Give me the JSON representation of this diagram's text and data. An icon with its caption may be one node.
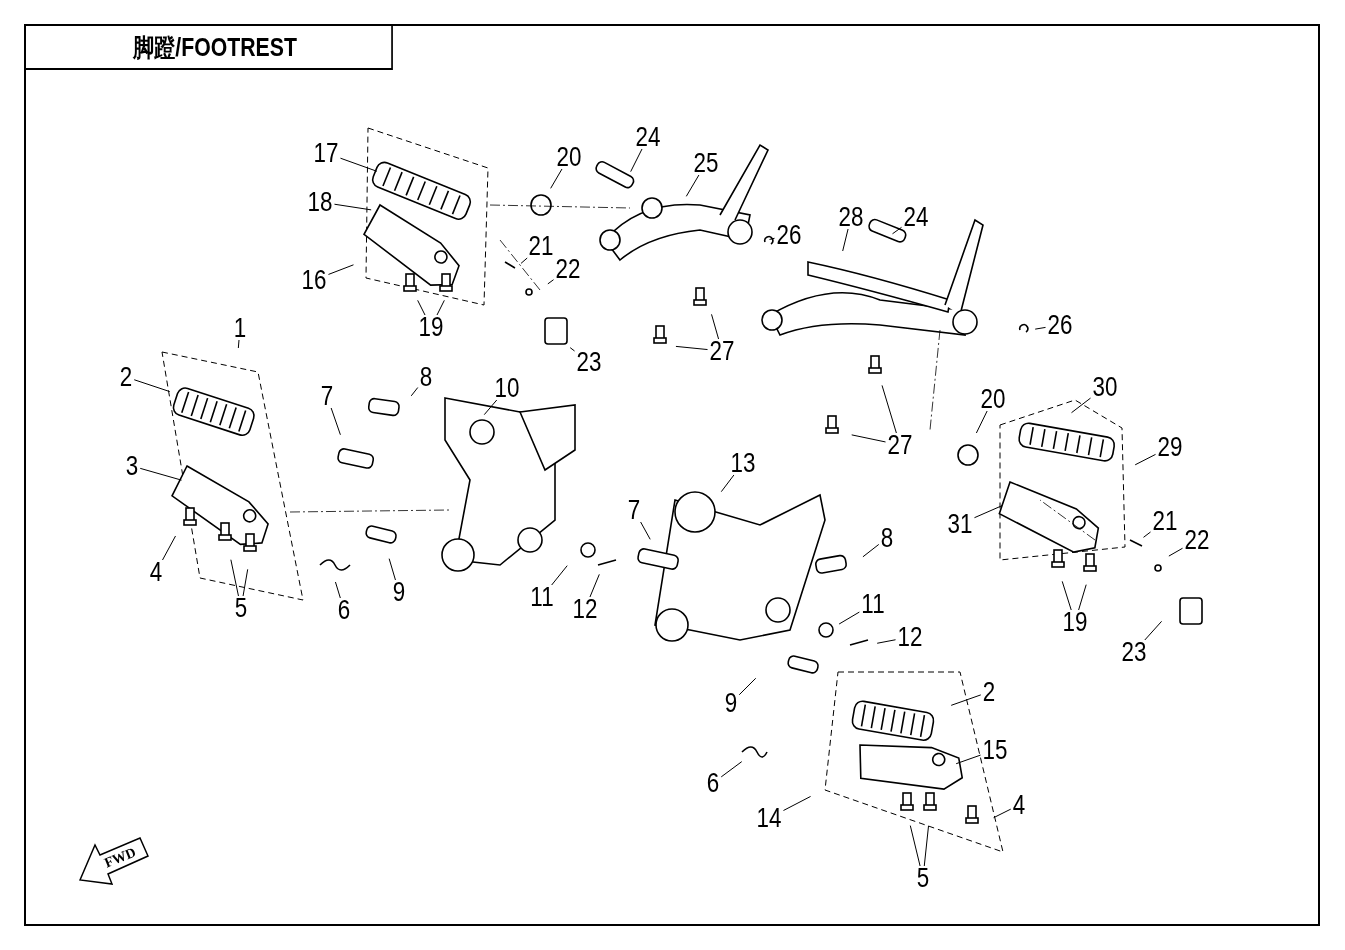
{
  "diagram": {
    "title": "脚蹬/FOOTREST",
    "nodes": [
      {
        "text": [
          "17"
        ]
      },
      {
        "text": [
          "20"
        ]
      },
      {
        "text": [
          "24"
        ]
      },
      {
        "text": [
          "25"
        ]
      },
      {
        "text": [
          "18"
        ]
      },
      {
        "text": [
          "24"
        ]
      },
      {
        "text": [
          "28"
        ]
      },
      {
        "text": [
          "26"
        ]
      },
      {
        "text": [
          "21"
        ]
      },
      {
        "text": [
          "22"
        ]
      },
      {
        "text": [
          "16"
        ]
      },
      {
        "text": [
          "19"
        ]
      },
      {
        "text": [
          "26"
        ]
      },
      {
        "text": [
          "27"
        ]
      },
      {
        "text": [
          "23"
        ]
      },
      {
        "text": [
          "1"
        ]
      },
      {
        "text": [
          "2"
        ]
      },
      {
        "text": [
          "8"
        ]
      },
      {
        "text": [
          "10"
        ]
      },
      {
        "text": [
          "7"
        ]
      },
      {
        "text": [
          "30"
        ]
      },
      {
        "text": [
          "20"
        ]
      },
      {
        "text": [
          "27"
        ]
      },
      {
        "text": [
          "29"
        ]
      },
      {
        "text": [
          "3"
        ]
      },
      {
        "text": [
          "13"
        ]
      },
      {
        "text": [
          "31"
        ]
      },
      {
        "text": [
          "7"
        ]
      },
      {
        "text": [
          "8"
        ]
      },
      {
        "text": [
          "21"
        ]
      },
      {
        "text": [
          "22"
        ]
      },
      {
        "text": [
          "4"
        ]
      },
      {
        "text": [
          "5"
        ]
      },
      {
        "text": [
          "9"
        ]
      },
      {
        "text": [
          "6"
        ]
      },
      {
        "text": [
          "11"
        ]
      },
      {
        "text": [
          "12"
        ]
      },
      {
        "text": [
          "11"
        ]
      },
      {
        "text": [
          "12"
        ]
      },
      {
        "text": [
          "19"
        ]
      },
      {
        "text": [
          "23"
        ]
      },
      {
        "text": [
          "2"
        ]
      },
      {
        "text": [
          "9"
        ]
      },
      {
        "text": [
          "15"
        ]
      },
      {
        "text": [
          "6"
        ]
      },
      {
        "text": [
          "4"
        ]
      },
      {
        "text": [
          "14"
        ]
      },
      {
        "text": [
          "5"
        ]
      }
    ],
    "edges": [
      {
        "from": 0,
        "to": null,
        "arrow": "none"
      },
      {
        "from": 1,
        "to": null,
        "arrow": "none"
      },
      {
        "from": 2,
        "to": null,
        "arrow": "none"
      },
      {
        "from": 3,
        "to": null,
        "arrow": "none"
      },
      {
        "from": 4,
        "to": null,
        "arrow": "none"
      },
      {
        "from": 5,
        "to": null,
        "arrow": "none"
      },
      {
        "from": 6,
        "to": null,
        "arrow": "none"
      },
      {
        "from": 7,
        "to": null,
        "arrow": "none"
      },
      {
        "from": 8,
        "to": null,
        "arrow": "none"
      },
      {
        "from": 9,
        "to": null,
        "arrow": "none"
      },
      {
        "from": 10,
        "to": null,
        "arrow": "none"
      },
      {
        "from": 11,
        "to": null,
        "arrow": "none"
      },
      {
        "from": 11,
        "to": null,
        "arrow": "none"
      },
      {
        "from": 12,
        "to": null,
        "arrow": "none"
      },
      {
        "from": 13,
        "to": null,
        "arrow": "none"
      },
      {
        "from": 13,
        "to": null,
        "arrow": "none"
      },
      {
        "from": 14,
        "to": null,
        "arrow": "none"
      },
      {
        "from": 15,
        "to": null,
        "arrow": "none"
      },
      {
        "from": 16,
        "to": null,
        "arrow": "none"
      },
      {
        "from": 17,
        "to": null,
        "arrow": "none"
      },
      {
        "from": 18,
        "to": null,
        "arrow": "none"
      },
      {
        "from": 19,
        "to": null,
        "arrow": "none"
      },
      {
        "from": 20,
        "to": null,
        "arrow": "none"
      },
      {
        "from": 21,
        "to": null,
        "arrow": "none"
      },
      {
        "from": 22,
        "to": null,
        "arrow": "none"
      },
      {
        "from": 22,
        "to": null,
        "arrow": "none"
      },
      {
        "from": 23,
        "to": null,
        "arrow": "none"
      },
      {
        "from": 24,
        "to": null,
        "arrow": "none"
      },
      {
        "from": 25,
        "to": null,
        "arrow": "none"
      },
      {
        "from": 26,
        "to": null,
        "arrow": "none"
      },
      {
        "from": 27,
        "to": null,
        "arrow": "none"
      },
      {
        "from": 28,
        "to": null,
        "arrow": "none"
      },
      {
        "from": 29,
        "to": null,
        "arrow": "none"
      },
      {
        "from": 30,
        "to": null,
        "arrow": "none"
      },
      {
        "from": 31,
        "to": null,
        "arrow": "none"
      },
      {
        "from": 32,
        "to": null,
        "arrow": "none"
      },
      {
        "from": 32,
        "to": null,
        "arrow": "none"
      },
      {
        "from": 33,
        "to": null,
        "arrow": "none"
      },
      {
        "from": 34,
        "to": null,
        "arrow": "none"
      },
      {
        "from": 35,
        "to": null,
        "arrow": "none"
      },
      {
        "from": 36,
        "to": null,
        "arrow": "none"
      },
      {
        "from": 37,
        "to": null,
        "arrow": "none"
      },
      {
        "from": 38,
        "to": null,
        "arrow": "none"
      },
      {
        "from": 39,
        "to": null,
        "arrow": "none"
      },
      {
        "from": 39,
        "to": null,
        "arrow": "none"
      },
      {
        "from": 40,
        "to": null,
        "arrow": "none"
      },
      {
        "from": 41,
        "to": null,
        "arrow": "none"
      },
      {
        "from": 42,
        "to": null,
        "arrow": "none"
      },
      {
        "from": 43,
        "to": null,
        "arrow": "none"
      },
      {
        "from": 44,
        "to": null,
        "arrow": "none"
      },
      {
        "from": 45,
        "to": null,
        "arrow": "none"
      },
      {
        "from": 46,
        "to": null,
        "arrow": "none"
      },
      {
        "from": 47,
        "to": null,
        "arrow": "none"
      },
      {
        "from": 47,
        "to": null,
        "arrow": "none"
      }
    ],
    "labels": [
      "FWD"
    ]
  }
}
